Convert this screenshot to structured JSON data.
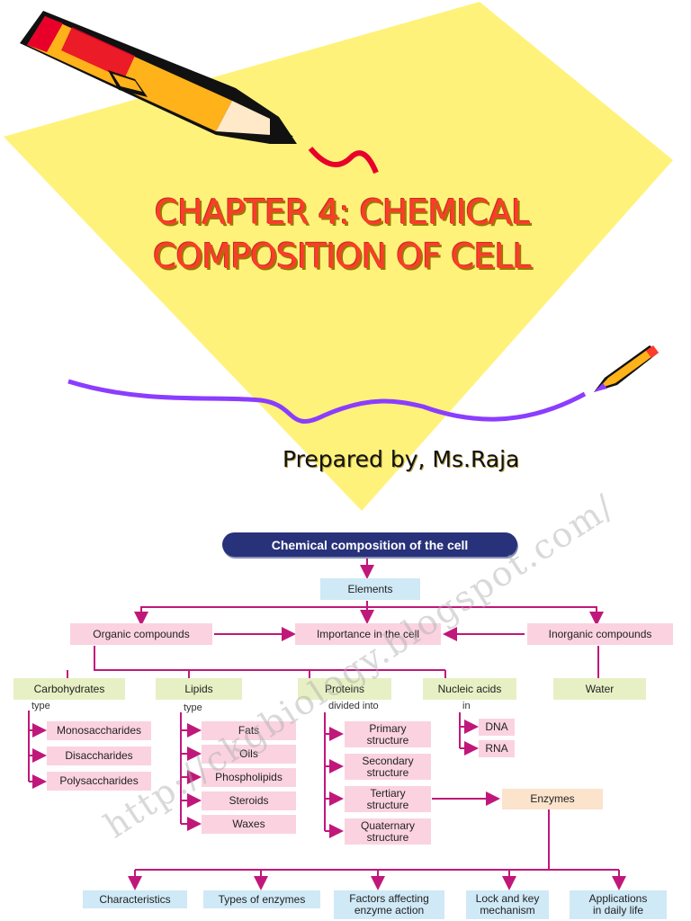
{
  "slide": {
    "title_line1": "CHAPTER 4: CHEMICAL",
    "title_line2": "COMPOSITION OF CELL",
    "byline": "Prepared by, Ms.Raja"
  },
  "colors": {
    "title": "#ff3b2b",
    "background_diamond": "#fff27a",
    "wave": "#8b3dff",
    "diagram_header": "#28327a",
    "arrows": "#c0187a"
  },
  "icons": [
    "pencil-icon",
    "small-pencil-icon"
  ],
  "diagram": {
    "header": "Chemical composition of the cell",
    "elements": "Elements",
    "organic": "Organic compounds",
    "importance": "Importance in the cell",
    "inorganic": "Inorganic compounds",
    "carbohydrates": "Carbohydrates",
    "lipids": "Lipids",
    "proteins": "Proteins",
    "nucleic_acids": "Nucleic acids",
    "water": "Water",
    "type_label": "type",
    "divided_into_label": "divided into",
    "in_label": "in",
    "carb_types": [
      "Monosaccharides",
      "Disaccharides",
      "Polysaccharides"
    ],
    "lipid_types": [
      "Fats",
      "Oils",
      "Phospholipids",
      "Steroids",
      "Waxes"
    ],
    "protein_structures": [
      [
        "Primary",
        "structure"
      ],
      [
        "Secondary",
        "structure"
      ],
      [
        "Tertiary",
        "structure"
      ],
      [
        "Quaternary",
        "structure"
      ]
    ],
    "nucleic_types": [
      "DNA",
      "RNA"
    ],
    "enzymes": "Enzymes",
    "enzyme_topics": [
      [
        "Characteristics",
        ""
      ],
      [
        "Types of enzymes",
        ""
      ],
      [
        "Factors affecting",
        "enzyme action"
      ],
      [
        "Lock and key",
        "mechanism"
      ],
      [
        "Applications",
        "in daily life"
      ]
    ],
    "watermark": "http://ckgbiology.blogspot.com/"
  }
}
